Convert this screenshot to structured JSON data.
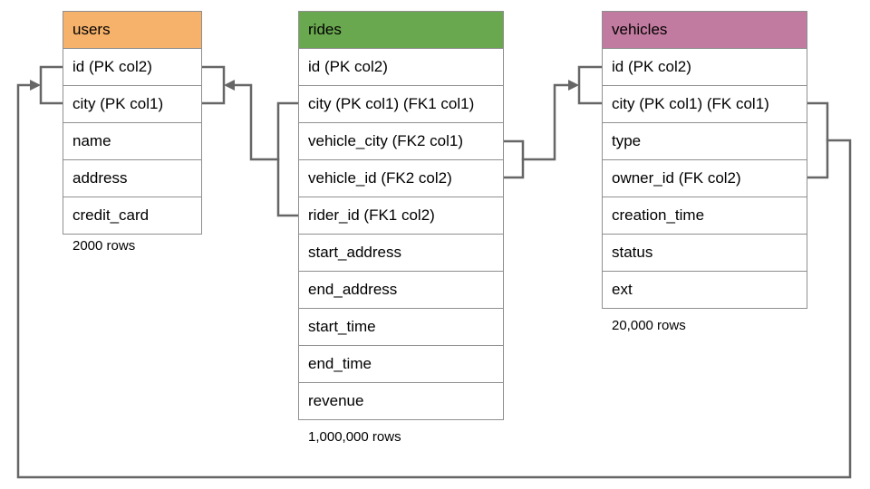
{
  "diagram": {
    "tables": [
      {
        "name": "users",
        "header_color": "#F6B26B",
        "rows_label": "2000 rows",
        "columns": [
          "id (PK col2)",
          "city (PK col1)",
          "name",
          "address",
          "credit_card"
        ]
      },
      {
        "name": "rides",
        "header_color": "#6AA84F",
        "rows_label": "1,000,000 rows",
        "columns": [
          "id (PK col2)",
          "city (PK col1) (FK1 col1)",
          "vehicle_city (FK2 col1)",
          "vehicle_id (FK2 col2)",
          "rider_id (FK1 col2)",
          "start_address",
          "end_address",
          "start_time",
          "end_time",
          "revenue"
        ]
      },
      {
        "name": "vehicles",
        "header_color": "#C27BA0",
        "rows_label": "20,000 rows",
        "columns": [
          "id (PK col2)",
          "city (PK col1) (FK col1)",
          "type",
          "owner_id (FK col2)",
          "creation_time",
          "status",
          "ext"
        ]
      }
    ],
    "relationships": [
      {
        "name": "rides_fk1_to_users",
        "from_table": "rides",
        "from_columns": [
          "city (PK col1) (FK1 col1)",
          "rider_id (FK1 col2)"
        ],
        "to_table": "users",
        "to_columns": [
          "id (PK col2)",
          "city (PK col1)"
        ]
      },
      {
        "name": "rides_fk2_to_vehicles",
        "from_table": "rides",
        "from_columns": [
          "vehicle_city (FK2 col1)",
          "vehicle_id (FK2 col2)"
        ],
        "to_table": "vehicles",
        "to_columns": [
          "id (PK col2)",
          "city (PK col1) (FK col1)"
        ]
      },
      {
        "name": "vehicles_fk_to_users",
        "from_table": "vehicles",
        "from_columns": [
          "city (PK col1) (FK col1)",
          "owner_id (FK col2)"
        ],
        "to_table": "users",
        "to_columns": [
          "id (PK col2)",
          "city (PK col1)"
        ]
      }
    ],
    "colors": {
      "connector": "#666666",
      "table_border": "#8f8f8f",
      "text": "#000000",
      "background": "#ffffff"
    }
  }
}
